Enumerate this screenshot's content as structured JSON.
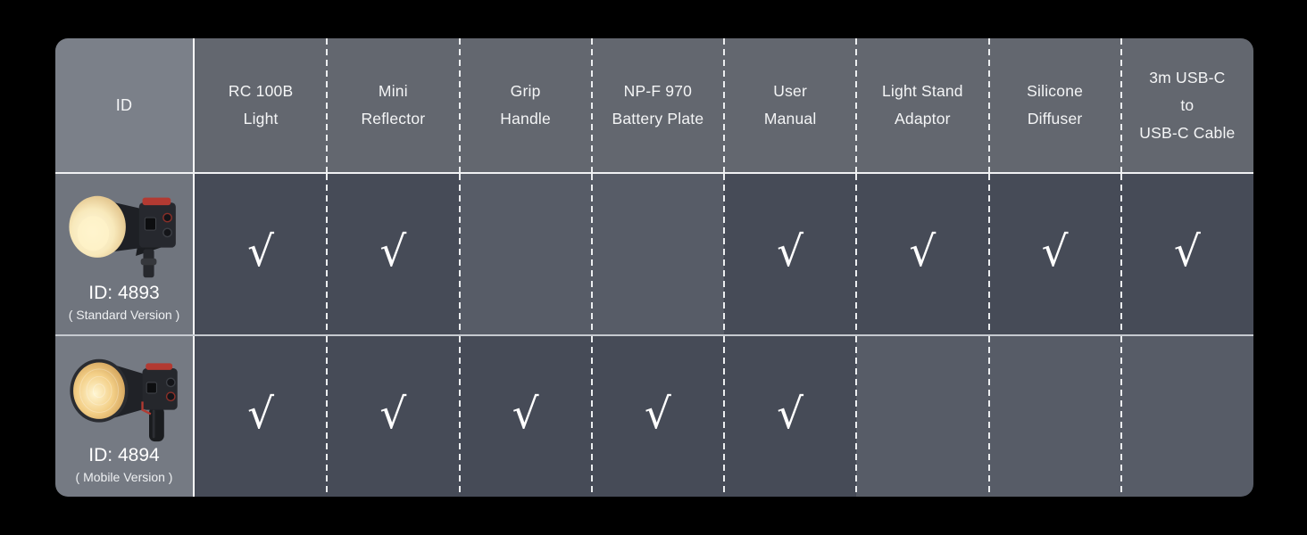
{
  "colors": {
    "page-bg": "#000000",
    "header-id-bg": "#7b8089",
    "header-bg": "#63676f",
    "id-cell-row1-bg": "#70757e",
    "id-cell-row2-bg": "#757a83",
    "cell-checked-bg": "#464b57",
    "cell-empty-bg": "#575c67",
    "solid-divider": "#ffffff",
    "dash-color": "#eceef0",
    "header-divider": "#f0f1f3",
    "row-divider": "#c6cad0",
    "text-color": "#f4f5f6",
    "check-color": "#ffffff",
    "accent-red": "#b23a32",
    "diffuser-warm": "#f8e9bb",
    "reflector-warm": "#f3cf87"
  },
  "table": {
    "header_id_label": "ID",
    "columns": [
      {
        "lines": [
          "RC 100B",
          "Light"
        ]
      },
      {
        "lines": [
          "Mini",
          "Reflector"
        ]
      },
      {
        "lines": [
          "Grip",
          "Handle"
        ]
      },
      {
        "lines": [
          "NP-F 970",
          "Battery Plate"
        ]
      },
      {
        "lines": [
          "User",
          "Manual"
        ]
      },
      {
        "lines": [
          "Light Stand",
          "Adaptor"
        ]
      },
      {
        "lines": [
          "Silicone",
          "Diffuser"
        ]
      },
      {
        "lines": [
          "3m USB-C",
          "to",
          "USB-C Cable"
        ]
      }
    ],
    "check_glyph": "√",
    "rows": [
      {
        "id_label": "ID: 4893",
        "version_label": "( Standard Version )",
        "image": "cob-light-with-dome-diffuser-on-stand-mount",
        "included": [
          true,
          true,
          false,
          false,
          true,
          true,
          true,
          true
        ]
      },
      {
        "id_label": "ID: 4894",
        "version_label": "( Mobile Version )",
        "image": "cob-light-with-open-reflector-and-grip-handle",
        "included": [
          true,
          true,
          true,
          true,
          true,
          false,
          false,
          false
        ]
      }
    ]
  }
}
